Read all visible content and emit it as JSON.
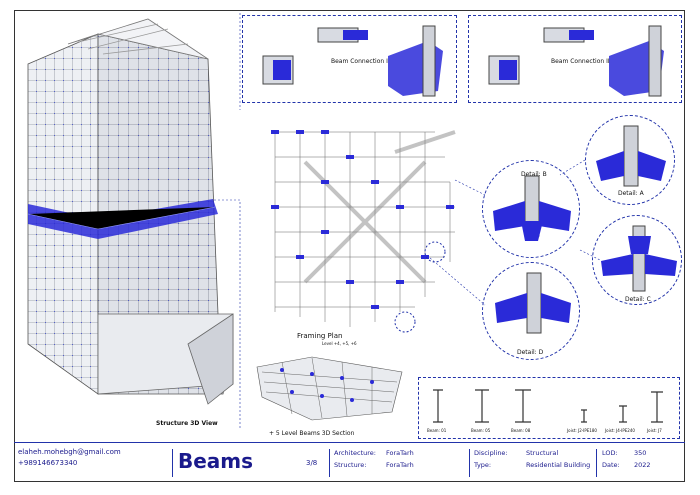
{
  "sheet": {
    "labels": {
      "beam_connection_1": "Beam Connection I",
      "beam_connection_2": "Beam Connection II",
      "framing_plan": "Framing Plan",
      "framing_plan_levels": "Level +4, +5, +6",
      "structure_3d": "Structure 3D View",
      "beams_3d": "+ 5 Level Beams 3D Section",
      "detail_a": "Detail: A",
      "detail_b": "Detail: B",
      "detail_c": "Detail: C",
      "detail_d": "Detail: D"
    },
    "sections": [
      {
        "label": "Beam: 01"
      },
      {
        "label": "Beam: 05"
      },
      {
        "label": "Beam: 08"
      },
      {
        "label": "Joist: J2-IPE180"
      },
      {
        "label": "Joist: J4-IPE240"
      },
      {
        "label": "Joist: J7"
      }
    ]
  },
  "titleblock": {
    "email": "elaheh.mohebgh@gmail.com",
    "phone": "+989146673340",
    "title": "Beams",
    "sheet_no": "3/8",
    "architecture_label": "Architecture:",
    "architecture_value": "ForaTarh",
    "structure_label": "Structure:",
    "structure_value": "ForaTarh",
    "discipline_label": "Discipline:",
    "discipline_value": "Structural",
    "type_label": "Type:",
    "type_value": "Residential Building",
    "lod_label": "LOD:",
    "lod_value": "350",
    "date_label": "Date:",
    "date_value": "2022"
  },
  "colors": {
    "accent": "#1a1acc",
    "line": "#2233aa",
    "steel": "#c9ccd4"
  }
}
